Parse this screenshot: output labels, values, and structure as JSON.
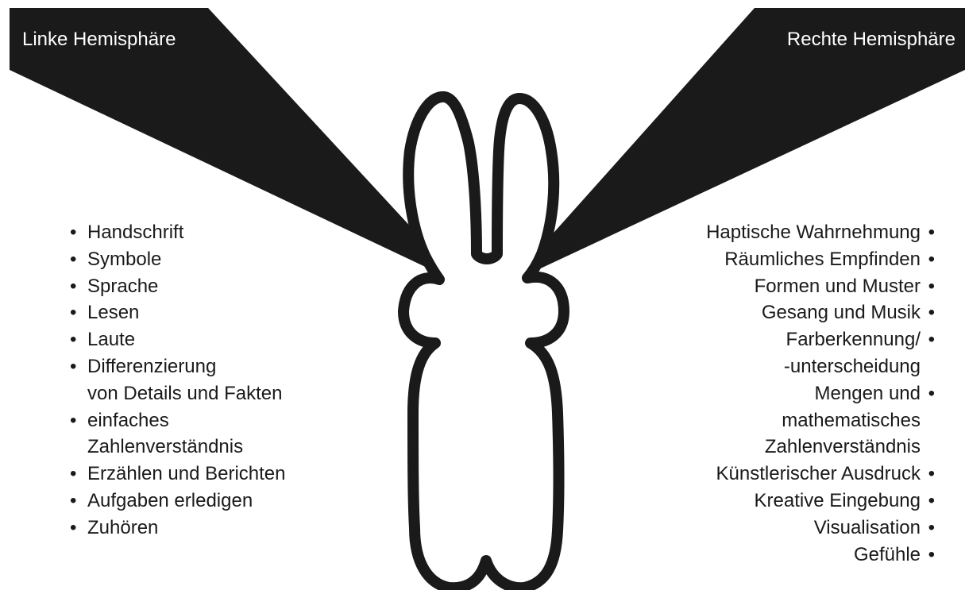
{
  "colors": {
    "banner": "#1a1a1a",
    "outline": "#1a1a1a",
    "text": "#1a1a1a",
    "background": "#ffffff"
  },
  "left": {
    "title": "Linke Hemisphäre",
    "items": [
      {
        "lines": [
          "Handschrift"
        ]
      },
      {
        "lines": [
          "Symbole"
        ]
      },
      {
        "lines": [
          "Sprache"
        ]
      },
      {
        "lines": [
          "Lesen"
        ]
      },
      {
        "lines": [
          "Laute"
        ]
      },
      {
        "lines": [
          "Differenzierung",
          "von Details und Fakten"
        ]
      },
      {
        "lines": [
          "einfaches",
          "Zahlenverständnis"
        ]
      },
      {
        "lines": [
          "Erzählen und Berichten"
        ]
      },
      {
        "lines": [
          "Aufgaben erledigen"
        ]
      },
      {
        "lines": [
          "Zuhören"
        ]
      }
    ]
  },
  "right": {
    "title": "Rechte Hemisphäre",
    "items": [
      {
        "lines": [
          "Haptische Wahrnehmung"
        ]
      },
      {
        "lines": [
          "Räumliches  Empfinden"
        ]
      },
      {
        "lines": [
          "Formen und Muster"
        ]
      },
      {
        "lines": [
          "Gesang und Musik"
        ]
      },
      {
        "lines": [
          "Farberkennung/",
          "-unterscheidung"
        ]
      },
      {
        "lines": [
          "Mengen und",
          "mathematisches",
          "Zahlenverständnis"
        ]
      },
      {
        "lines": [
          "Künstlerischer Ausdruck"
        ]
      },
      {
        "lines": [
          "Kreative Eingebung"
        ]
      },
      {
        "lines": [
          "Visualisation"
        ]
      },
      {
        "lines": [
          "Gefühle"
        ]
      }
    ]
  },
  "bullet_glyph": "•"
}
